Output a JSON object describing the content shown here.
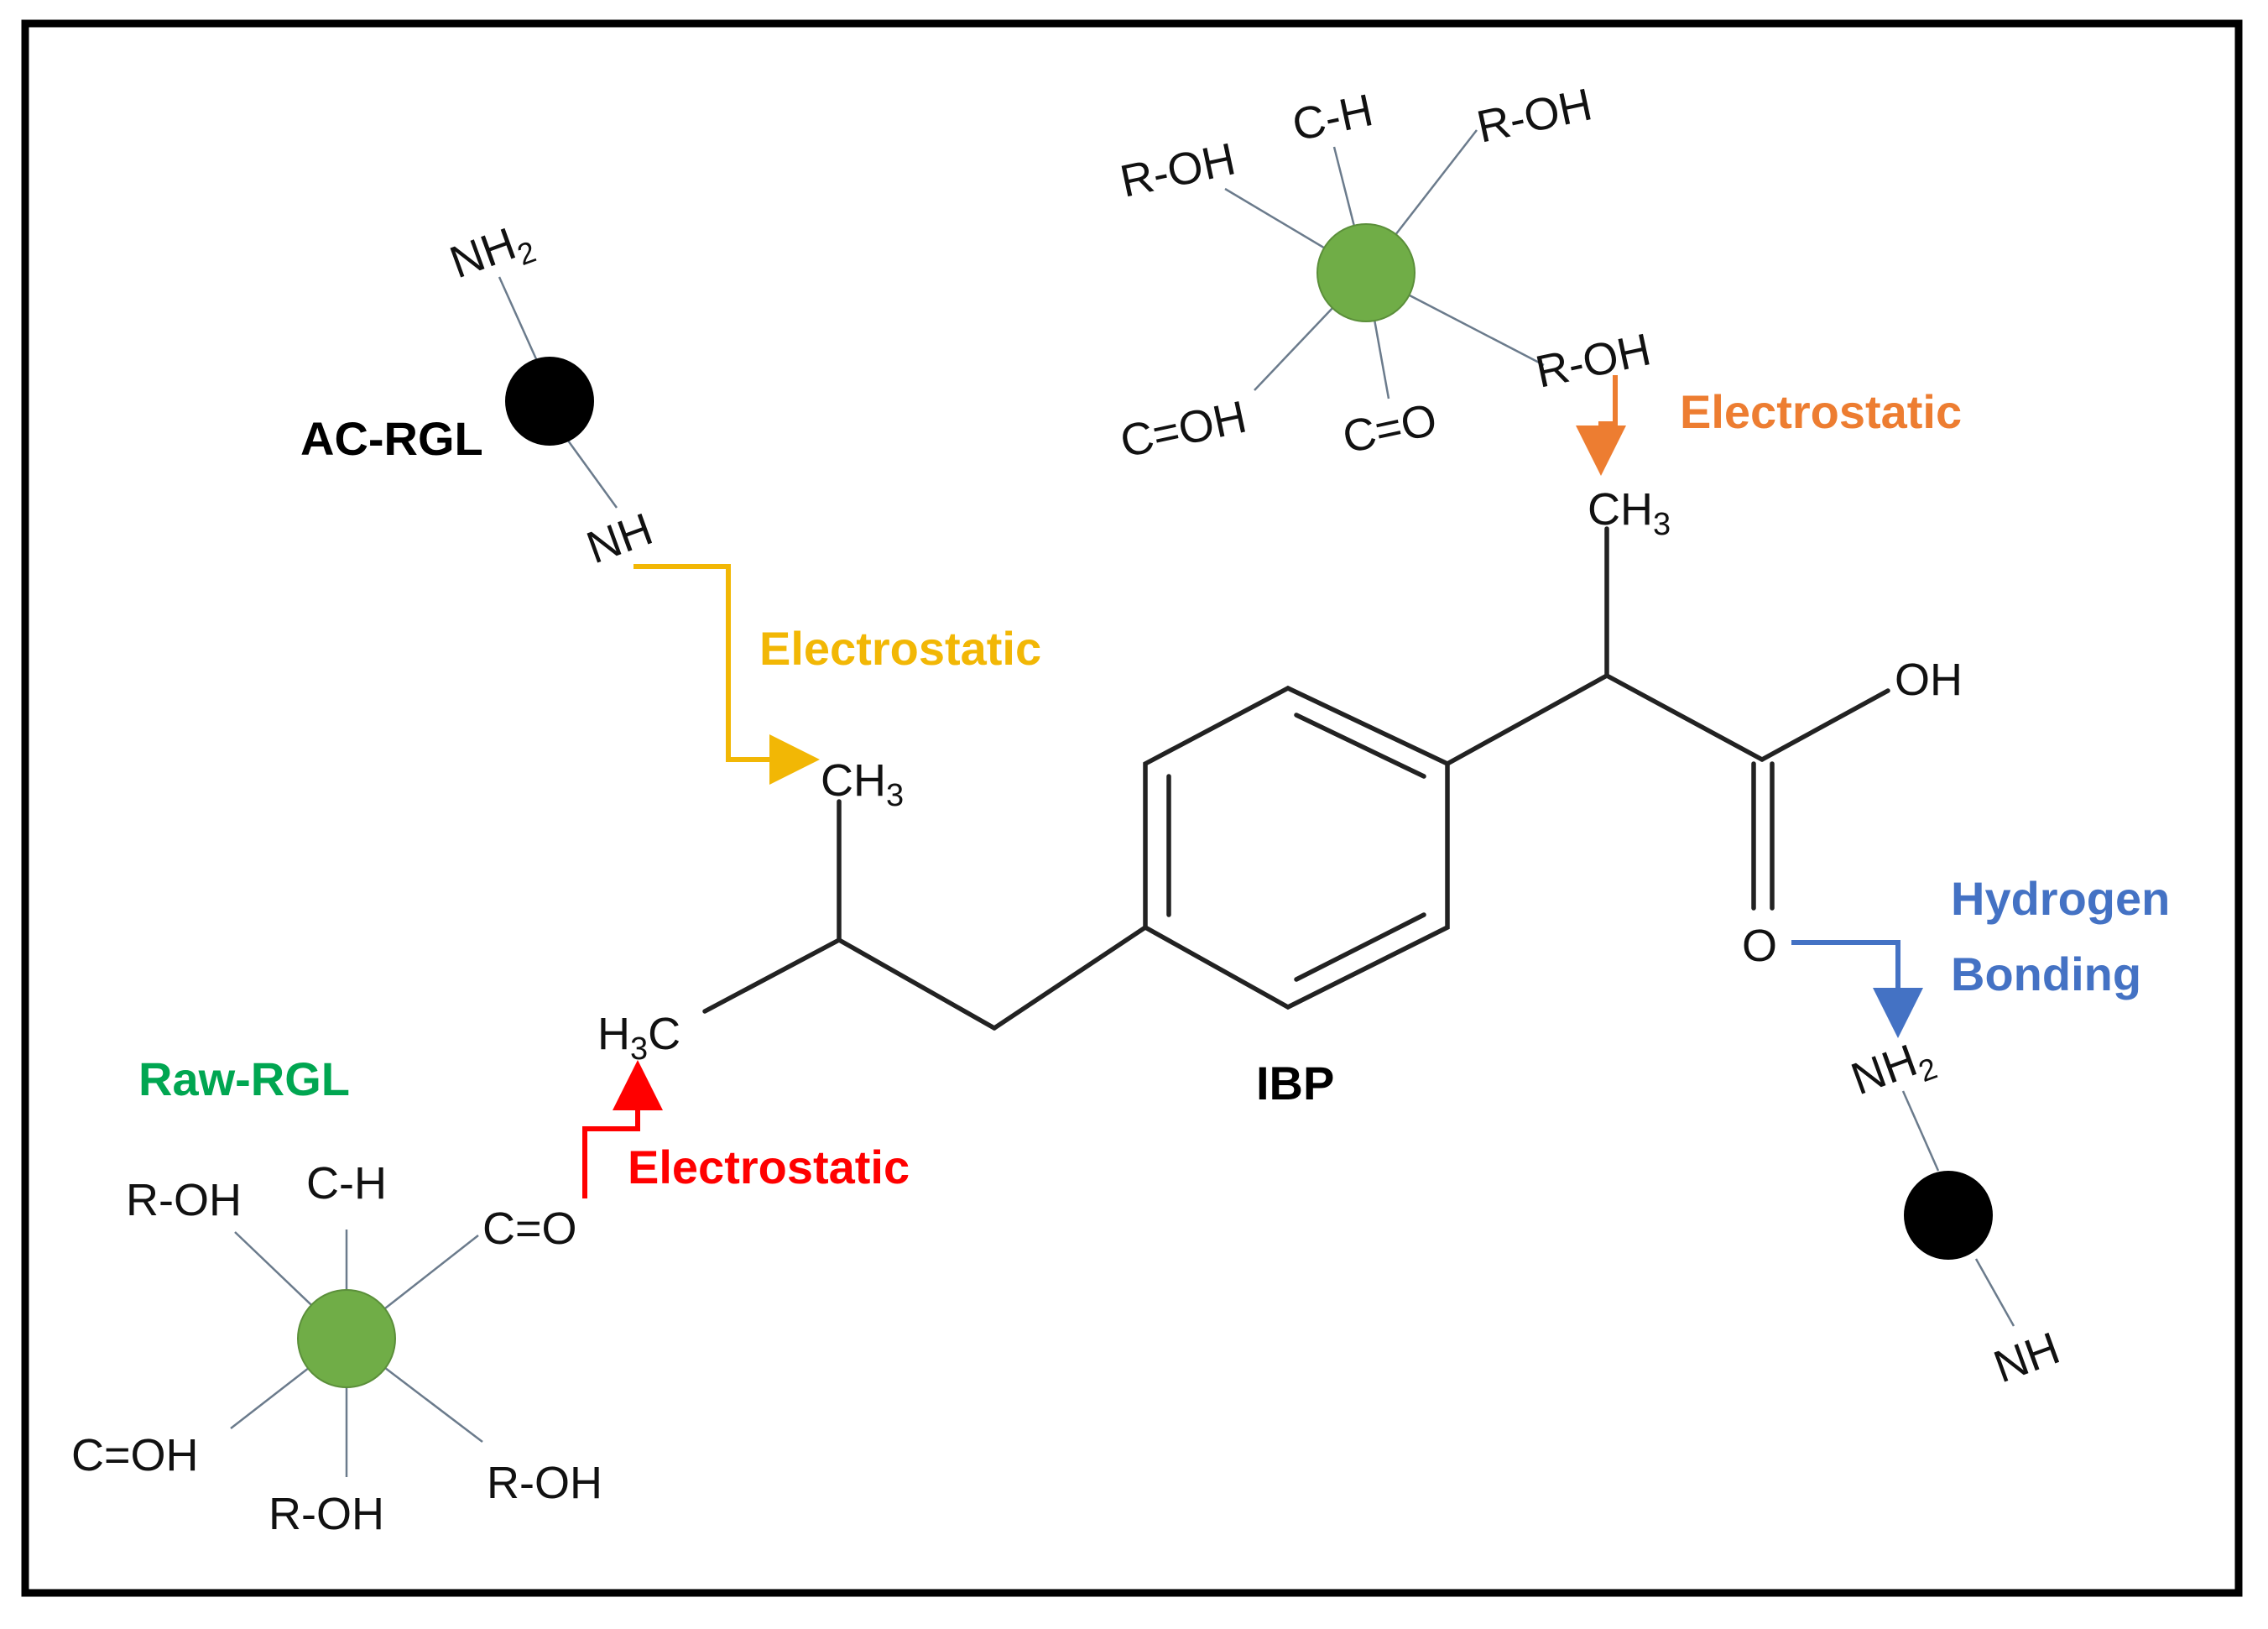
{
  "colors": {
    "yellow": "#f2b705",
    "orange": "#ed7d31",
    "red": "#ff0000",
    "blue": "#4472c4",
    "green_text": "#00a651",
    "green_node": "#70ad47",
    "black": "#000000"
  },
  "labels": {
    "ac_rgl": "AC-RGL",
    "raw_rgl": "Raw-RGL",
    "ibp": "IBP",
    "electrostatic_yellow": "Electrostatic",
    "electrostatic_orange": "Electrostatic",
    "electrostatic_red": "Electrostatic",
    "hydrogen": "Hydrogen",
    "bonding": "Bonding"
  },
  "ac_rgl_top": {
    "nh2": "NH",
    "nh2_sub": "2",
    "nh": "NH"
  },
  "ac_rgl_bottom": {
    "nh2": "NH",
    "nh2_sub": "2",
    "nh": "NH"
  },
  "raw_rgl_top": {
    "r_oh_left": "R-OH",
    "c_h": "C-H",
    "r_oh_right": "R-OH",
    "r_oh_lower": "R-OH",
    "c_oh": "C=OH",
    "c_o": "C=O"
  },
  "raw_rgl_bottom": {
    "r_oh_left": "R-OH",
    "c_h": "C-H",
    "c_o": "C=O",
    "c_oh": "C=OH",
    "r_oh_bottom": "R-OH",
    "r_oh_right": "R-OH"
  },
  "ibp_molecule": {
    "ch3_upper": "CH",
    "ch3_upper_sub": "3",
    "ch3_top": "CH",
    "ch3_top_sub": "3",
    "h3c": "H",
    "h3c_sub": "3",
    "h3c_c": "C",
    "oh": "OH",
    "o": "O"
  }
}
